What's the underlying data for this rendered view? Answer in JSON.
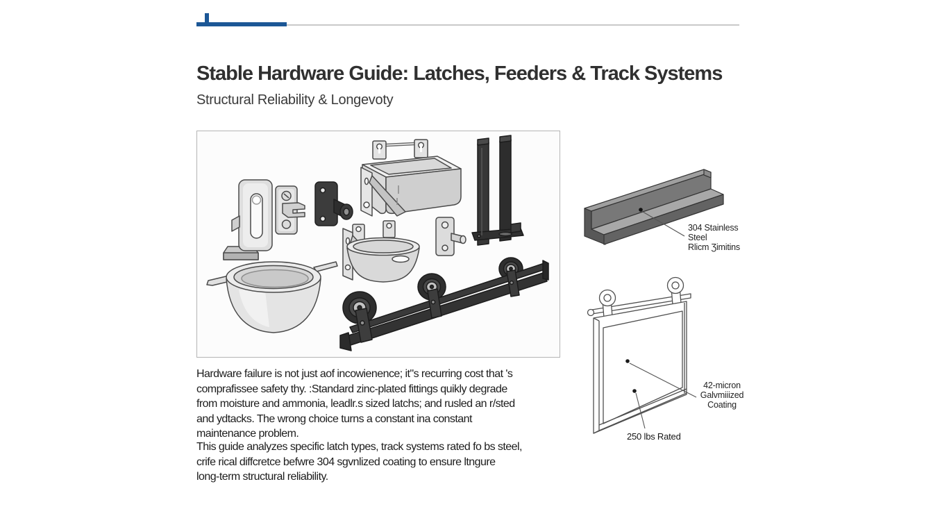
{
  "header": {
    "title": "Stable Hardware Guide: Latches, Feeders & Track Systems",
    "subtitle": "Structural Reliability & Longevoty"
  },
  "colors": {
    "accent_blue": "#1c5796",
    "rule_gray": "#c9c9c9",
    "dark_metal": "#3a3a3a",
    "light_metal": "#dcdcdc"
  },
  "figure": {
    "items": [
      "l-bracket-latch",
      "slide-bolt-latch",
      "dark-roller-latch",
      "wall-mount-feeder-box",
      "vertical-track-bracket",
      "corner-feeder",
      "small-latch-plate",
      "feed-bowl-with-handles",
      "roller-track-assembly"
    ]
  },
  "callouts": {
    "rail_material": {
      "lines": [
        "304 Stainless",
        "Steel",
        "Rlicm Ʒimitins"
      ]
    },
    "coating": {
      "lines": [
        "42-micron",
        "Galvmiiized",
        "Coating"
      ]
    },
    "load_rating": {
      "text": "250 lbs Rated"
    }
  },
  "paragraphs": [
    {
      "lines": [
        "Hardware failure is not just aof incowienence; it\"s recurring cost that 's",
        "comprafissee safety thy. :Standard zinc-plated fittings quikly degrade",
        "from moisture and ammonia, leadlr.s sized latchs; and rusled an r/sted",
        "and ydtacks. The wrong choice turns a constant ina constant",
        "maintenance problem."
      ]
    },
    {
      "lines": [
        "This guide analyzes specific latch types, track systems rated fo bs steel,",
        "crife rical diffcretce befwre 304 sgvnlized coating to ensure ltngure",
        "long-term structural reliability."
      ]
    }
  ]
}
